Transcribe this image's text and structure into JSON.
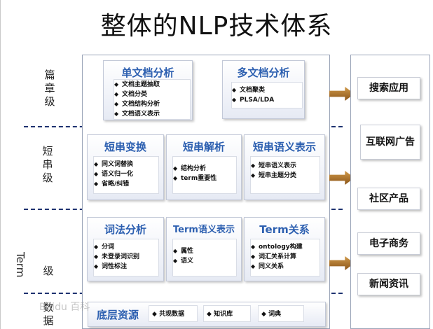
{
  "title": "整体的NLP技术体系",
  "levels": {
    "chapter": [
      "篇",
      "章",
      "级"
    ],
    "phrase": [
      "短",
      "串",
      "级"
    ],
    "term": "Term",
    "term_suffix": "级",
    "data": [
      "数",
      "据"
    ]
  },
  "chapter_boxes": [
    {
      "title": "单文档分析",
      "items": [
        "文档主题抽取",
        "文档分类",
        "文档结构分析",
        "文档语义表示"
      ]
    },
    {
      "title": "多文档分析",
      "items": [
        "文档聚类",
        "PLSA/LDA"
      ]
    }
  ],
  "phrase_boxes": [
    {
      "title": "短串变换",
      "items": [
        "同义词替换",
        "语义归一化",
        "省略/纠错"
      ]
    },
    {
      "title": "短串解析",
      "items": [
        "结构分析",
        "term重要性"
      ]
    },
    {
      "title": "短串语义表示",
      "items": [
        "短串语义表示",
        "短串主题分类"
      ]
    }
  ],
  "term_boxes": [
    {
      "title": "词法分析",
      "items": [
        "分词",
        "未登录词识别",
        "词性标注"
      ]
    },
    {
      "title": "Term语义表示",
      "items": [
        "属性",
        "语义"
      ]
    },
    {
      "title": "Term关系",
      "items": [
        "ontology构建",
        "词汇关系计算",
        "同义关系"
      ]
    }
  ],
  "base": {
    "title": "底层资源",
    "items": [
      "共现数据",
      "知识库",
      "词典"
    ]
  },
  "applications": [
    "搜索应用",
    "互联网广告",
    "社区产品",
    "电子商务",
    "新闻资讯"
  ],
  "watermark": "Baidu 百科"
}
